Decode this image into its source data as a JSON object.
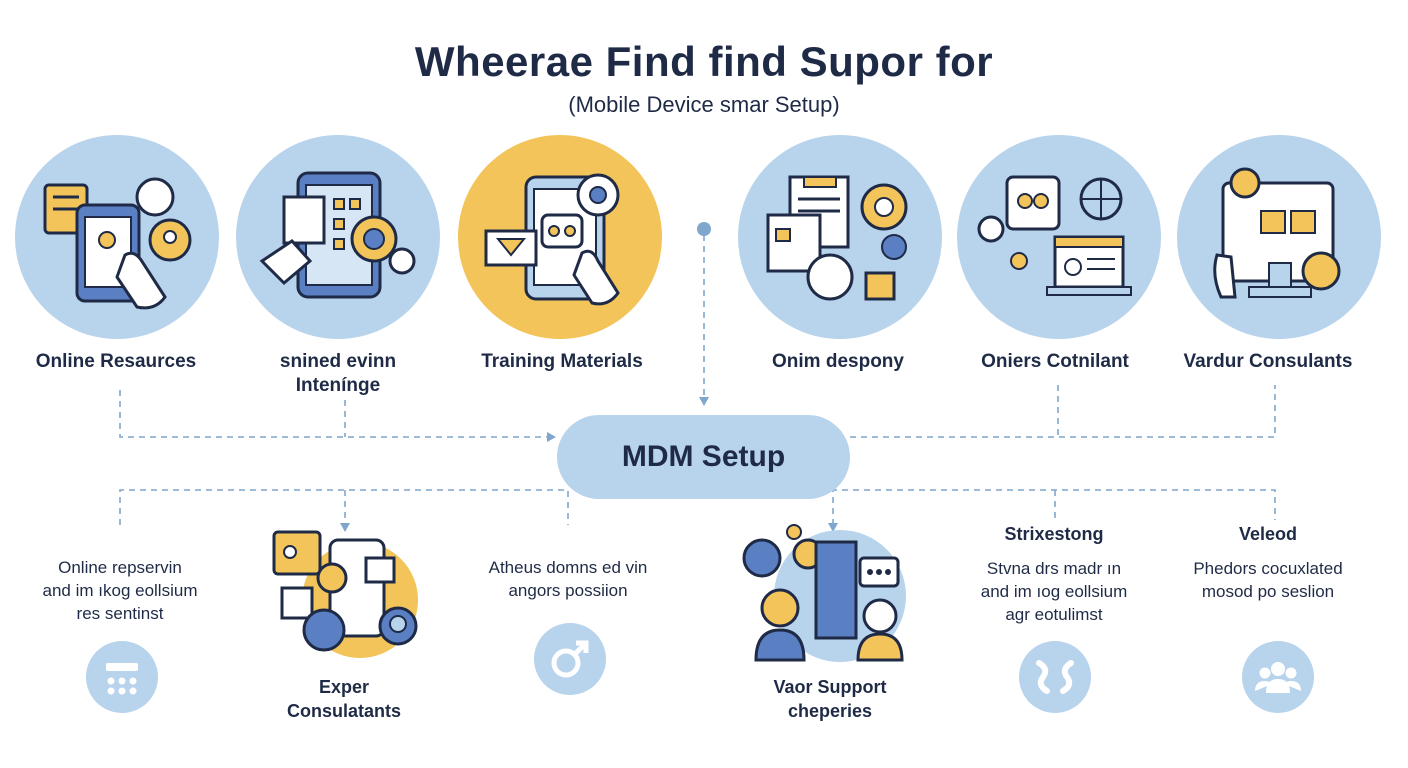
{
  "header": {
    "title": "Wheerae Find find Supor for",
    "subtitle": "(Mobile Device smar Setup)"
  },
  "top_items": [
    {
      "label": "Online Resaurces",
      "icon": "tablet-chat-icon"
    },
    {
      "label": "snined evinn\nIntenínge",
      "icon": "tablet-gear-icon"
    },
    {
      "label": "Training Materials",
      "icon": "phone-training-icon"
    },
    {
      "label": "Onim despony",
      "icon": "documents-gear-icon"
    },
    {
      "label": "Oniers Cotnilant",
      "icon": "laptop-globe-icon"
    },
    {
      "label": "Vardur Consulants",
      "icon": "monitor-support-icon"
    }
  ],
  "hub": {
    "label": "MDM Setup"
  },
  "bottom_items": [
    {
      "title": "",
      "text": "Online repservin\nand im ıkog eollsium\nres sentinst",
      "icon": "calculator-icon"
    },
    {
      "title": "Exper\nConsulatants",
      "text": "",
      "icon": "phone-chat-icon"
    },
    {
      "title": "",
      "text": "Atheus domns ed vin\nangors possiion",
      "icon": "link-icon"
    },
    {
      "title": "Vaor Support\ncheperies",
      "text": "",
      "icon": "support-team-icon"
    },
    {
      "title": "Strixestong",
      "text": "Stvna drs madr ın\nand im ıog eollsium\nagr eotulimst",
      "icon": "handshake-icon"
    },
    {
      "title": "Veleod",
      "text": "Phedors cocuxlated\nmosod po seslion",
      "icon": "group-icon"
    }
  ],
  "colors": {
    "primary_blue": "#b8d3ec",
    "accent_yellow": "#f3c45a",
    "navy": "#1f2b46",
    "connector": "#7fa6cc"
  }
}
